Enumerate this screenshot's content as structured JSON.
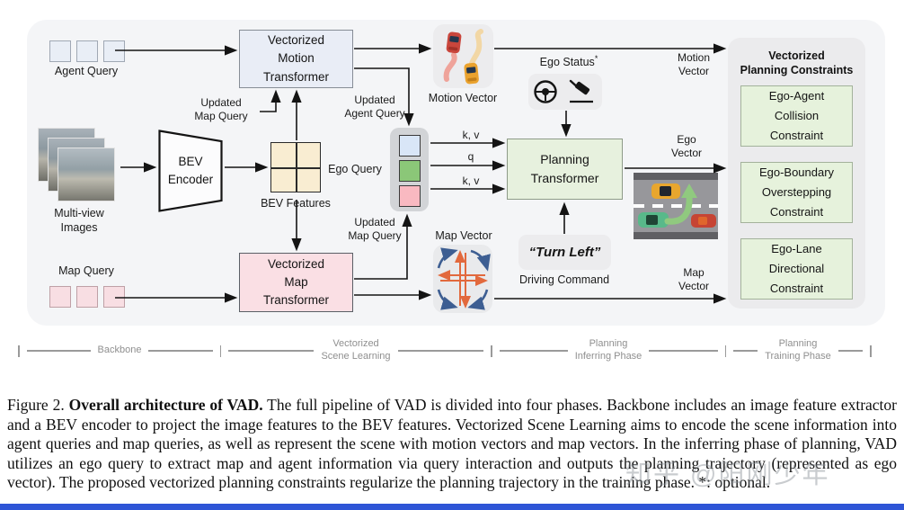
{
  "diagram": {
    "agent_query": {
      "label": "Agent Query"
    },
    "multi_view": {
      "label": "Multi-view\nImages"
    },
    "map_query": {
      "label": "Map Query"
    },
    "bev_encoder": {
      "label": "BEV\nEncoder"
    },
    "bev_features": {
      "label": "BEV Features"
    },
    "motion_transformer": {
      "label": "Vectorized\nMotion\nTransformer"
    },
    "map_transformer": {
      "label": "Vectorized\nMap\nTransformer"
    },
    "planning_transformer": {
      "label": "Planning\nTransformer"
    },
    "updated_map_query_top": {
      "label": "Updated\nMap Query"
    },
    "updated_agent_query": {
      "label": "Updated\nAgent Query"
    },
    "updated_map_query_bottom": {
      "label": "Updated\nMap Query"
    },
    "motion_vector_icon": {
      "label": "Motion Vector"
    },
    "map_vector_icon": {
      "label": "Map Vector"
    },
    "ego_query": {
      "label": "Ego Query"
    },
    "attention": {
      "kv_top": "k, v",
      "q": "q",
      "kv_bottom": "k, v"
    },
    "ego_status": {
      "label": "Ego Status",
      "asterisk": "*"
    },
    "driving_command": {
      "quote": "“Turn Left”",
      "label": "Driving Command"
    },
    "right_labels": {
      "motion": "Motion\nVector",
      "ego": "Ego\nVector",
      "map": "Map\nVector"
    },
    "constraints": {
      "title": "Vectorized\nPlanning Constraints",
      "items": [
        "Ego-Agent\nCollision\nConstraint",
        "Ego-Boundary\nOverstepping\nConstraint",
        "Ego-Lane\nDirectional\nConstraint"
      ]
    }
  },
  "phases": [
    {
      "label": "Backbone"
    },
    {
      "label": "Vectorized\nScene Learning"
    },
    {
      "label": "Planning\nInferring Phase"
    },
    {
      "label": "Planning\nTraining Phase"
    }
  ],
  "caption": {
    "figure_label": "Figure 2.",
    "title_bold": "Overall architecture of VAD.",
    "body": "The full pipeline of VAD is divided into four phases. Backbone includes an image feature extractor and a BEV encoder to project the image features to the BEV features. Vectorized Scene Learning aims to encode the scene information into agent queries and map queries, as well as represent the scene with motion vectors and map vectors. In the inferring phase of planning, VAD utilizes an ego query to extract map and agent information via query interaction and outputs the planning trajectory (represented as ego vector). The proposed vectorized planning constraints regularize the planning trajectory in the training phase. *: optional."
  },
  "watermark": {
    "text": "知乎 @阳刚少年"
  },
  "colors": {
    "panel_bg": "#f4f5f7",
    "motion_box": "#e9edf6",
    "map_box": "#fadfe4",
    "plan_box": "#e7f1de",
    "constraint_box": "#e6f2dc",
    "bev_features": "#f9edd2",
    "ego_square_blue": "#d9e6f7",
    "ego_square_green": "#8bc778",
    "ego_square_pink": "#f9b9c1",
    "arrow": "#141414",
    "phase_gray": "#9a9a9a",
    "bottom_bar_blue": "#2e55d6"
  }
}
